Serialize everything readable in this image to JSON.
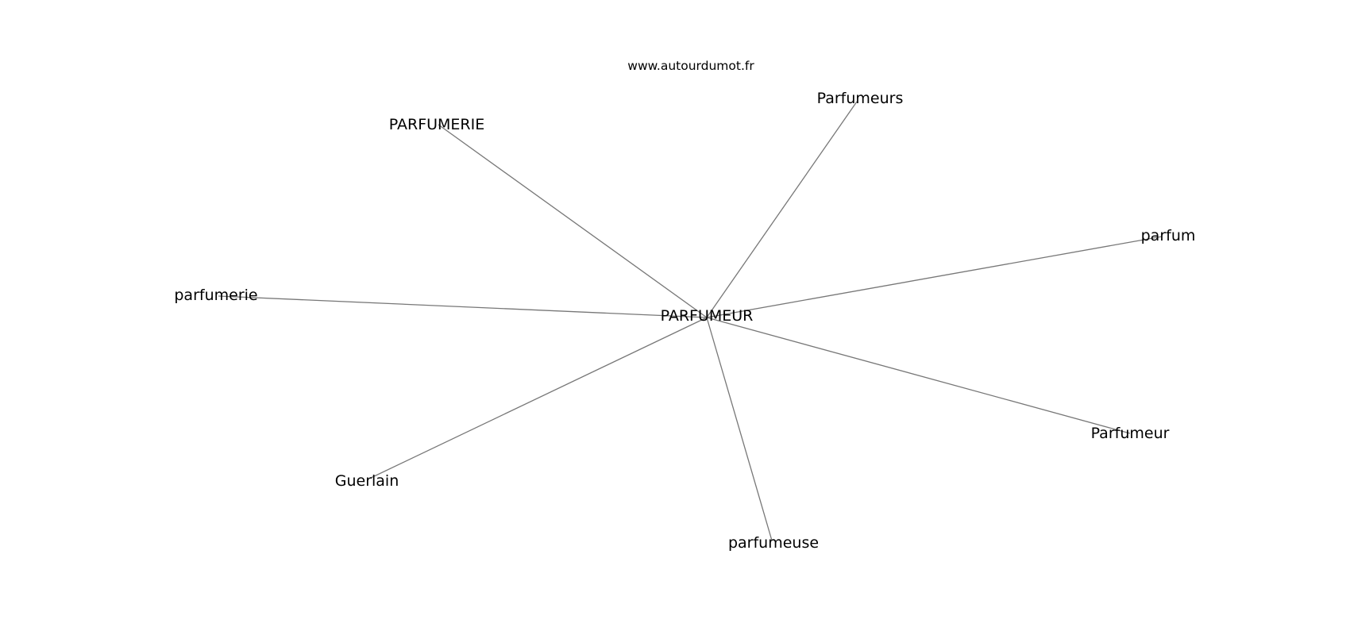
{
  "diagram": {
    "source": "www.autourdumot.fr",
    "center": {
      "id": "parfumeur-upper",
      "label": "PARFUMEUR"
    },
    "nodes": [
      {
        "id": "parfumeurs",
        "label": "Parfumeurs"
      },
      {
        "id": "parfumerie-upper",
        "label": "PARFUMERIE"
      },
      {
        "id": "parfum",
        "label": "parfum"
      },
      {
        "id": "parfumerie-lower",
        "label": "parfumerie"
      },
      {
        "id": "parfumeur",
        "label": "Parfumeur"
      },
      {
        "id": "guerlain",
        "label": "Guerlain"
      },
      {
        "id": "parfumeuse",
        "label": "parfumeuse"
      }
    ],
    "edges": [
      {
        "from": "parfumeur-upper",
        "to": "parfumeurs"
      },
      {
        "from": "parfumeur-upper",
        "to": "parfumerie-upper"
      },
      {
        "from": "parfumeur-upper",
        "to": "parfum"
      },
      {
        "from": "parfumeur-upper",
        "to": "parfumerie-lower"
      },
      {
        "from": "parfumeur-upper",
        "to": "parfumeur"
      },
      {
        "from": "parfumeur-upper",
        "to": "guerlain"
      },
      {
        "from": "parfumeur-upper",
        "to": "parfumeuse"
      }
    ]
  },
  "colors": {
    "edge": "#777777",
    "text": "#000000",
    "background": "#ffffff"
  }
}
